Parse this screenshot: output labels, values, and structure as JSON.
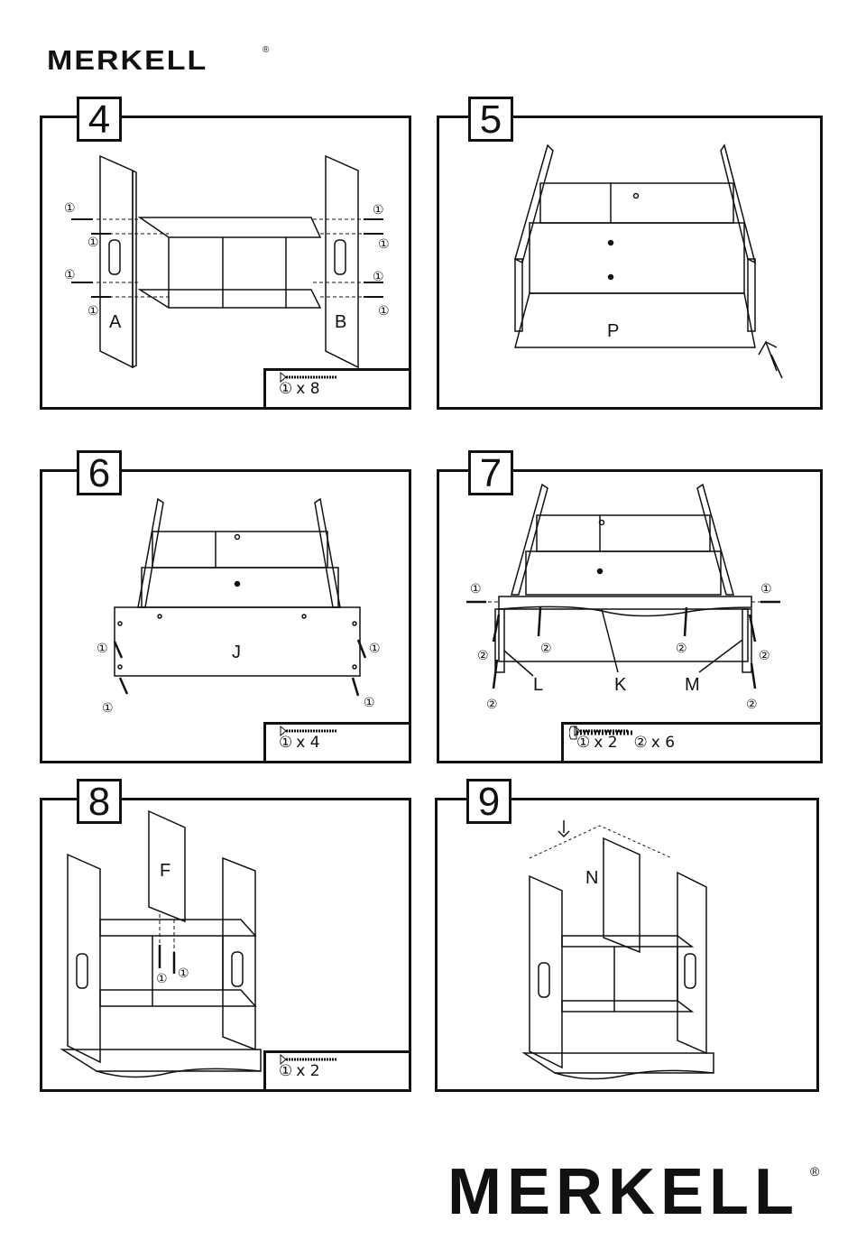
{
  "brand": {
    "name": "MERKELL",
    "reg": "®"
  },
  "steps": [
    {
      "number": "4",
      "labels": [
        "A",
        "B"
      ],
      "parts": [
        {
          "id": "①",
          "qty": "x 8"
        }
      ]
    },
    {
      "number": "5",
      "labels": [
        "P"
      ],
      "parts": []
    },
    {
      "number": "6",
      "labels": [
        "J"
      ],
      "parts": [
        {
          "id": "①",
          "qty": "x 4"
        }
      ]
    },
    {
      "number": "7",
      "labels": [
        "L",
        "K",
        "M"
      ],
      "parts": [
        {
          "id": "①",
          "qty": "x 2"
        },
        {
          "id": "②",
          "qty": "x 6"
        }
      ]
    },
    {
      "number": "8",
      "labels": [
        "F"
      ],
      "parts": [
        {
          "id": "①",
          "qty": "x 2"
        }
      ]
    },
    {
      "number": "9",
      "labels": [
        "N"
      ],
      "parts": []
    }
  ],
  "callouts": {
    "screw1": "①",
    "screw2": "②"
  }
}
